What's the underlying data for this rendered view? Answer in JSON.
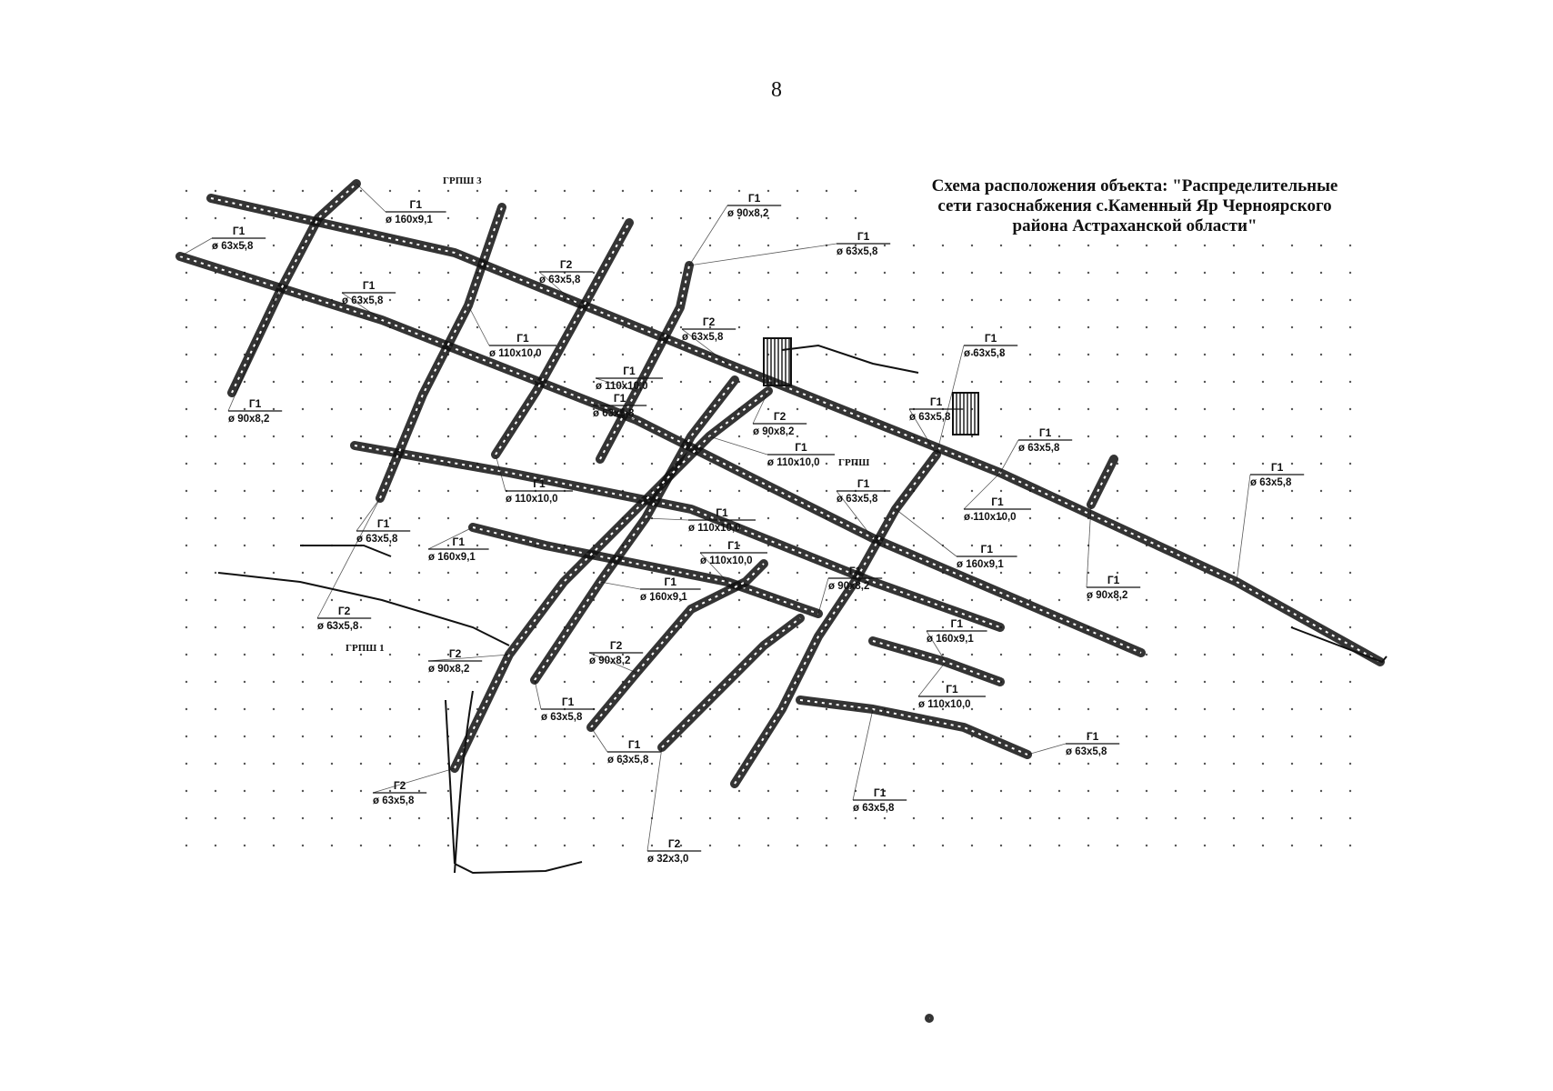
{
  "page_number": "8",
  "title_lines": [
    "Схема расположения объекта: \"Распределительные",
    "сети газоснабжения с.Каменный Яр Черноярского",
    "района Астраханской области\""
  ],
  "grp_labels": [
    "ГРПШ 3",
    "ГРПШ",
    "ГРПШ 1"
  ],
  "pipe_labels": [
    {
      "line": "Г1",
      "size": "ø 63х5,8"
    },
    {
      "line": "Г1",
      "size": "ø 160х9,1"
    },
    {
      "line": "Г1",
      "size": "ø 90х8,2"
    },
    {
      "line": "Г2",
      "size": "ø 63х5,8"
    },
    {
      "line": "Г1",
      "size": "ø 63х5,8"
    },
    {
      "line": "Г1",
      "size": "ø 63х5,8"
    },
    {
      "line": "Г1",
      "size": "ø 110х10,0"
    },
    {
      "line": "Г2",
      "size": "ø 63х5,8"
    },
    {
      "line": "Г1",
      "size": "ø 63х5,8"
    },
    {
      "line": "Г1",
      "size": "ø 110х10,0"
    },
    {
      "line": "Г1",
      "size": "ø 90х8,2"
    },
    {
      "line": "Г1",
      "size": "ø 63х5,8"
    },
    {
      "line": "Г2",
      "size": "ø 90х8,2"
    },
    {
      "line": "Г1",
      "size": "ø 63х5,8"
    },
    {
      "line": "Г1",
      "size": "ø 63х5,8"
    },
    {
      "line": "Г1",
      "size": "ø 110х10,0"
    },
    {
      "line": "Г1",
      "size": "ø 110х10,0"
    },
    {
      "line": "Г1",
      "size": "ø 63х5,8"
    },
    {
      "line": "Г1",
      "size": "ø 63х5,8"
    },
    {
      "line": "Г1",
      "size": "ø 110х10,0"
    },
    {
      "line": "Г1",
      "size": "ø 63х5,8"
    },
    {
      "line": "Г1",
      "size": "ø 110х10,0"
    },
    {
      "line": "Г1",
      "size": "ø 160х9,1"
    },
    {
      "line": "Г1",
      "size": "ø 160х9,1"
    },
    {
      "line": "Г1",
      "size": "ø 110х10,0"
    },
    {
      "line": "Г1",
      "size": "ø 90х8,2"
    },
    {
      "line": "Г1",
      "size": "ø 90х8,2"
    },
    {
      "line": "Г1",
      "size": "ø 160х9,1"
    },
    {
      "line": "Г2",
      "size": "ø 63х5,8"
    },
    {
      "line": "Г2",
      "size": "ø 90х8,2"
    },
    {
      "line": "Г2",
      "size": "ø 90х8,2"
    },
    {
      "line": "Г1",
      "size": "ø 160х9,1"
    },
    {
      "line": "Г1",
      "size": "ø 110х10,0"
    },
    {
      "line": "Г1",
      "size": "ø 63х5,8"
    },
    {
      "line": "Г1",
      "size": "ø 63х5,8"
    },
    {
      "line": "Г1",
      "size": "ø 63х5,8"
    },
    {
      "line": "Г2",
      "size": "ø 63х5,8"
    },
    {
      "line": "Г1",
      "size": "ø 63х5,8"
    },
    {
      "line": "Г2",
      "size": "ø 32х3,0"
    }
  ],
  "colors": {
    "ink": "#111111",
    "grid_dot": "#555555",
    "background": "#ffffff"
  }
}
